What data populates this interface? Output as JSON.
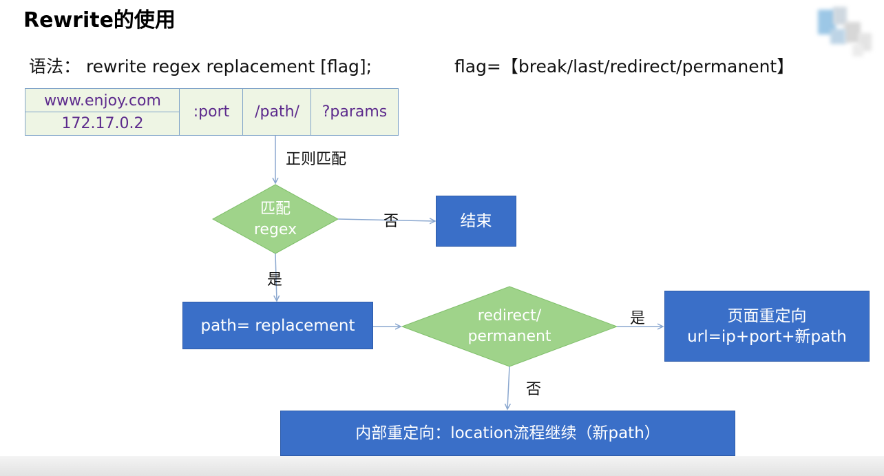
{
  "title": "Rewrite的使用",
  "syntax": "语法： rewrite regex replacement [flag];",
  "flags": "flag=【break/last/redirect/permanent】",
  "url_parts": {
    "host_domain": "www.enjoy.com",
    "host_ip": "172.17.0.2",
    "port": ":port",
    "path": "/path/",
    "params": "?params"
  },
  "edge_labels": {
    "regex_match": "正则匹配",
    "no_match": "否",
    "match_yes": "是",
    "redirect_yes": "是",
    "redirect_no": "否"
  },
  "nodes": {
    "match_regex": {
      "line1": "匹配",
      "line2": "regex"
    },
    "end": "结束",
    "path_replace": "path= replacement",
    "redirect_check": {
      "line1": "redirect/",
      "line2": "permanent"
    },
    "page_redirect": {
      "line1": "页面重定向",
      "line2": "url=ip+port+新path"
    },
    "internal_redirect": "内部重定向：location流程继续（新path）"
  },
  "colors": {
    "diamond_fill": "#9fd38a",
    "box_fill": "#3a6fc8",
    "url_cell_fill": "#eef5e4",
    "url_text": "#5c2a8c",
    "connector": "#8aa7cf"
  }
}
